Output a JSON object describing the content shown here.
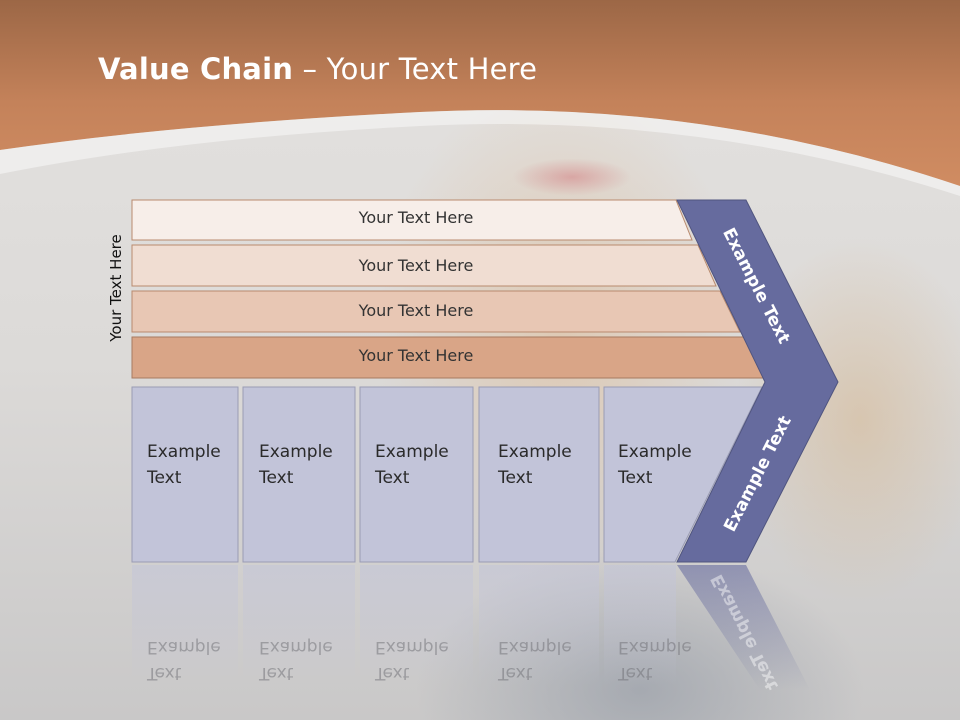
{
  "title": {
    "bold": "Value Chain",
    "rest": " – Your Text Here"
  },
  "side_label": "Your Text Here",
  "rows": [
    {
      "label": "Your Text Here"
    },
    {
      "label": "Your Text Here"
    },
    {
      "label": "Your Text Here"
    },
    {
      "label": "Your Text Here"
    }
  ],
  "boxes": [
    {
      "line1": "Example",
      "line2": "Text"
    },
    {
      "line1": "Example",
      "line2": "Text"
    },
    {
      "line1": "Example",
      "line2": "Text"
    },
    {
      "line1": "Example",
      "line2": "Text"
    },
    {
      "line1": "Example",
      "line2": "Text"
    }
  ],
  "chevron": {
    "top_label": "Example Text",
    "bottom_label": "Example Text"
  },
  "colors": {
    "banner": "#c4825a",
    "chevron": "#666b9e",
    "row_colors": [
      "#f7eee9",
      "#f0ddd2",
      "#e8c7b4",
      "#d9a587"
    ],
    "box_fill": "#c2c4d9"
  }
}
